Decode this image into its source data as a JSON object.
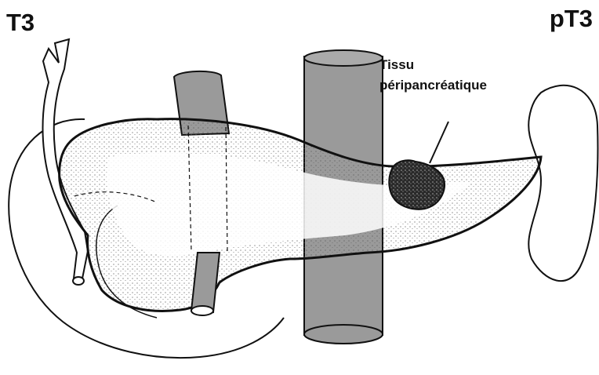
{
  "labels": {
    "left": "T3",
    "right": "pT3"
  },
  "annotation": {
    "line1": "Tissu",
    "line2": "péripancréatique"
  },
  "colors": {
    "ink": "#111111",
    "background": "#ffffff",
    "stipple": "#555555"
  }
}
